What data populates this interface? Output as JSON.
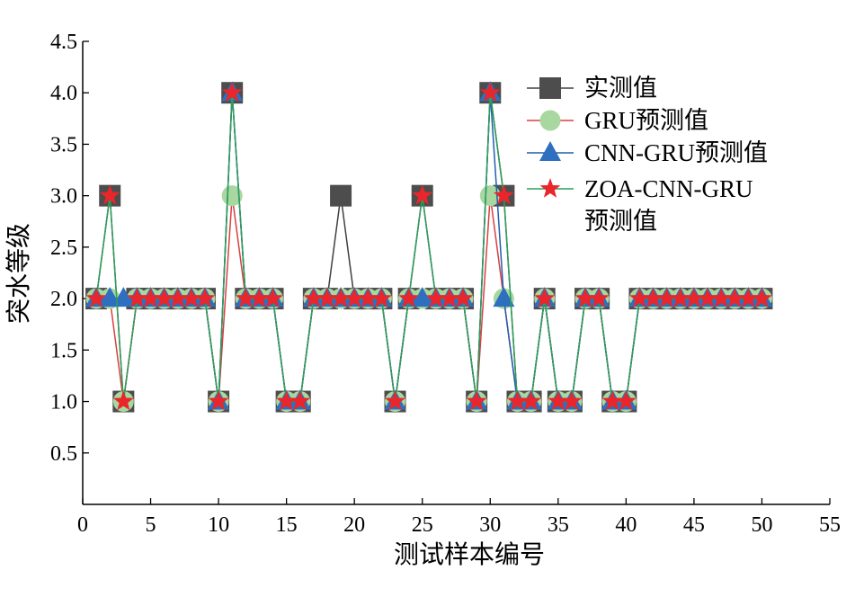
{
  "chart_data": {
    "type": "line",
    "xlabel": "测试样本编号",
    "ylabel": "突水等级",
    "xlim": [
      0,
      55
    ],
    "ylim": [
      0,
      4.5
    ],
    "xticks": [
      0,
      5,
      10,
      15,
      20,
      25,
      30,
      35,
      40,
      45,
      50,
      55
    ],
    "yticks": [
      0.5,
      1.0,
      1.5,
      2.0,
      2.5,
      3.0,
      3.5,
      4.0,
      4.5
    ],
    "xtick_labels": [
      "0",
      "5",
      "10",
      "15",
      "20",
      "25",
      "30",
      "35",
      "40",
      "45",
      "50",
      "55"
    ],
    "ytick_labels": [
      "0.5",
      "1.0",
      "1.5",
      "2.0",
      "2.5",
      "3.0",
      "3.5",
      "4.0",
      "4.5"
    ],
    "grid": false,
    "legend_position": "top-right",
    "x": [
      1,
      2,
      3,
      4,
      5,
      6,
      7,
      8,
      9,
      10,
      11,
      12,
      13,
      14,
      15,
      16,
      17,
      18,
      19,
      20,
      21,
      22,
      23,
      24,
      25,
      26,
      27,
      28,
      29,
      30,
      31,
      32,
      33,
      34,
      35,
      36,
      37,
      38,
      39,
      40,
      41,
      42,
      43,
      44,
      45,
      46,
      47,
      48,
      49,
      50
    ],
    "series": [
      {
        "name": "实测值",
        "marker": "square",
        "color": "#4d4d4d",
        "line_color": "#404040",
        "values": [
          2,
          3,
          1,
          2,
          2,
          2,
          2,
          2,
          2,
          1,
          4,
          2,
          2,
          2,
          1,
          1,
          2,
          2,
          3,
          2,
          2,
          2,
          1,
          2,
          3,
          2,
          2,
          2,
          1,
          4,
          3,
          1,
          1,
          2,
          1,
          1,
          2,
          2,
          1,
          1,
          2,
          2,
          2,
          2,
          2,
          2,
          2,
          2,
          2,
          2
        ]
      },
      {
        "name": "GRU预测值",
        "marker": "circle",
        "color": "#a8d8a0",
        "line_color": "#d94040",
        "values": [
          2,
          2,
          1,
          2,
          2,
          2,
          2,
          2,
          2,
          1,
          3,
          2,
          2,
          2,
          1,
          1,
          2,
          2,
          2,
          2,
          2,
          2,
          1,
          2,
          2,
          2,
          2,
          2,
          1,
          3,
          2,
          1,
          1,
          2,
          1,
          1,
          2,
          2,
          1,
          1,
          2,
          2,
          2,
          2,
          2,
          2,
          2,
          2,
          2,
          2
        ]
      },
      {
        "name": "CNN-GRU预测值",
        "marker": "triangle",
        "color": "#2e6fbf",
        "line_color": "#1f5fb0",
        "values": [
          2,
          2,
          2,
          2,
          2,
          2,
          2,
          2,
          2,
          1,
          4,
          2,
          2,
          2,
          1,
          1,
          2,
          2,
          2,
          2,
          2,
          2,
          1,
          2,
          2,
          2,
          2,
          2,
          1,
          4,
          2,
          1,
          1,
          2,
          1,
          1,
          2,
          2,
          1,
          1,
          2,
          2,
          2,
          2,
          2,
          2,
          2,
          2,
          2,
          2
        ]
      },
      {
        "name": "ZOA-CNN-GRU预测值",
        "legend_lines": [
          "ZOA-CNN-GRU",
          "预测值"
        ],
        "marker": "star",
        "color": "#e8262b",
        "line_color": "#2e9e5b",
        "values": [
          2,
          3,
          1,
          2,
          2,
          2,
          2,
          2,
          2,
          1,
          4,
          2,
          2,
          2,
          1,
          1,
          2,
          2,
          2,
          2,
          2,
          2,
          1,
          2,
          3,
          2,
          2,
          2,
          1,
          4,
          3,
          1,
          1,
          2,
          1,
          1,
          2,
          2,
          1,
          1,
          2,
          2,
          2,
          2,
          2,
          2,
          2,
          2,
          2,
          2
        ]
      }
    ]
  }
}
